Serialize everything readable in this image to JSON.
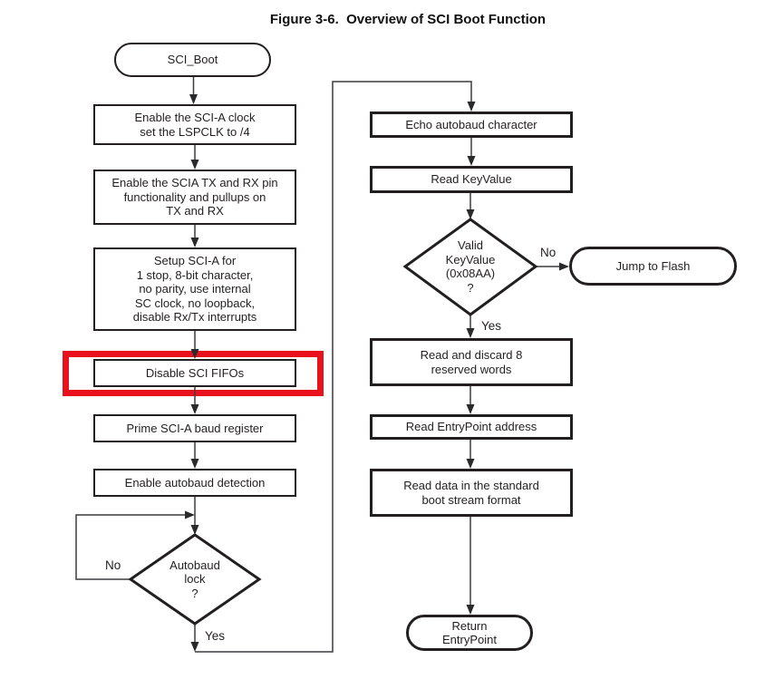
{
  "title": "Figure 3-6.  Overview of SCI Boot Function",
  "colors": {
    "line": "#231f20",
    "connector": "#3c3c3e",
    "highlight_red": "#e8111c",
    "background": "#ffffff"
  },
  "nodes": {
    "sci_boot": {
      "label": "SCI_Boot",
      "type": "terminal"
    },
    "enable_clock": {
      "label": "Enable the SCI-A clock\nset the LSPCLK to /4",
      "type": "process"
    },
    "enable_pins": {
      "label": "Enable the SCIA TX and RX pin\nfunctionality and pullups on\nTX and RX",
      "type": "process"
    },
    "setup_scia": {
      "label": "Setup SCI-A for\n1 stop, 8-bit character,\nno parity, use internal\nSC clock, no loopback,\ndisable Rx/Tx interrupts",
      "type": "process"
    },
    "disable_fifos": {
      "label": "Disable SCI FIFOs",
      "type": "process",
      "highlighted": true
    },
    "prime_baud": {
      "label": "Prime SCI-A baud register",
      "type": "process"
    },
    "enable_autobaud": {
      "label": "Enable autobaud detection",
      "type": "process"
    },
    "autobaud_lock": {
      "label": "Autobaud\nlock\n?",
      "type": "decision"
    },
    "echo_autobaud": {
      "label": "Echo autobaud character",
      "type": "process"
    },
    "read_keyvalue": {
      "label": "Read KeyValue",
      "type": "process"
    },
    "valid_keyvalue": {
      "label": "Valid\nKeyValue\n(0x08AA)\n?",
      "type": "decision"
    },
    "jump_to_flash": {
      "label": "Jump to Flash",
      "type": "terminal"
    },
    "read_discard": {
      "label": "Read and discard 8\nreserved words",
      "type": "process"
    },
    "read_entrypoint": {
      "label": "Read EntryPoint address",
      "type": "process"
    },
    "read_data": {
      "label": "Read data in the standard\nboot stream format",
      "type": "process"
    },
    "return_entrypoint": {
      "label": "Return\nEntryPoint",
      "type": "terminal"
    }
  },
  "edge_labels": {
    "autobaud_no": "No",
    "autobaud_yes": "Yes",
    "keyvalue_no": "No",
    "keyvalue_yes": "Yes"
  }
}
